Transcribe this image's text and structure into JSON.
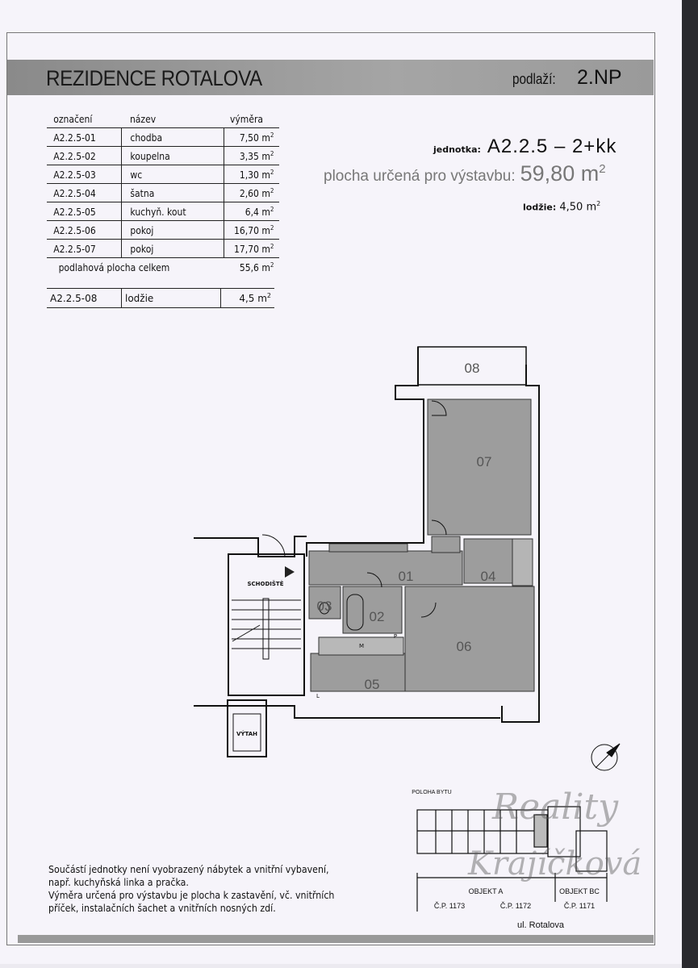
{
  "header": {
    "title": "REZIDENCE ROTALOVA",
    "floor_label": "podlaží:",
    "floor_value": "2.NP"
  },
  "room_table": {
    "columns": [
      "označení",
      "název",
      "výměra"
    ],
    "rows": [
      {
        "id": "A2.2.5-01",
        "name": "chodba",
        "area": "7,50 m"
      },
      {
        "id": "A2.2.5-02",
        "name": "koupelna",
        "area": "3,35 m"
      },
      {
        "id": "A2.2.5-03",
        "name": "wc",
        "area": "1,30 m"
      },
      {
        "id": "A2.2.5-04",
        "name": "šatna",
        "area": "2,60 m"
      },
      {
        "id": "A2.2.5-05",
        "name": "kuchyň. kout",
        "area": "6,4 m"
      },
      {
        "id": "A2.2.5-06",
        "name": "pokoj",
        "area": "16,70 m"
      },
      {
        "id": "A2.2.5-07",
        "name": "pokoj",
        "area": "17,70 m"
      }
    ],
    "total_label": "podlahová plocha celkem",
    "total_value": "55,6 m",
    "loggia": {
      "id": "A2.2.5-08",
      "name": "lodžie",
      "area": "4,5 m"
    },
    "sq": "2"
  },
  "summary": {
    "unit_label": "jednotka:",
    "unit_value": "A2.2.5  –  2+kk",
    "area_label": "plocha určená pro výstavbu:",
    "area_value": "59,80 m",
    "loggia_label": "lodžie:",
    "loggia_value": "4,50 m"
  },
  "plan": {
    "rooms": [
      "01",
      "02",
      "03",
      "04",
      "05",
      "06",
      "07",
      "08"
    ],
    "staircase": "SCHODIŠTĚ",
    "elevator": "VÝTAH",
    "fixtures": [
      "P",
      "M",
      "L"
    ]
  },
  "location": {
    "title": "POLOHA BYTU",
    "objects": [
      "OBJEKT A",
      "OBJEKT BC"
    ],
    "numbers": [
      "Č.P. 1173",
      "Č.P. 1172",
      "Č.P. 1171"
    ],
    "street": "ul. Rotalova"
  },
  "note": {
    "line1": "Součástí jednotky není vyobrazený nábytek a vnitřní vybavení, např. kuchyňská linka a pračka.",
    "line2": "Výměra určená pro výstavbu je plocha k zastavění, vč. vnitřních příček, instalačních šachet a vnitřních nosných zdí."
  },
  "watermark": [
    "Reality",
    "Krajíčková"
  ]
}
